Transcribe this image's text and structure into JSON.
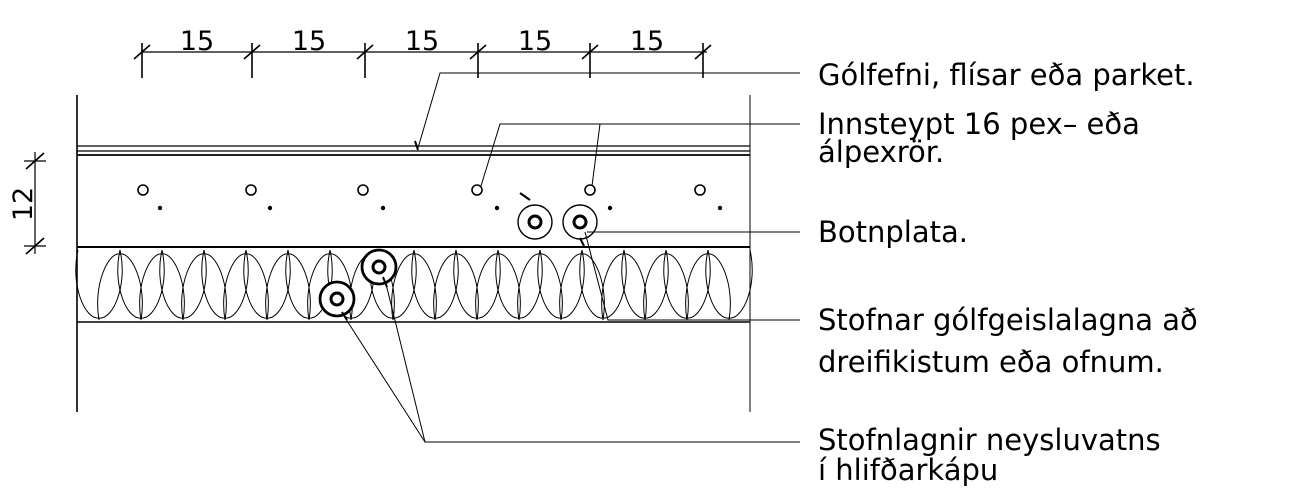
{
  "dimensions": {
    "spacing_labels": [
      "15",
      "15",
      "15",
      "15",
      "15"
    ],
    "slab_thickness": "12"
  },
  "labels": {
    "floor_finish": "Gólfefni, flísar eða parket.",
    "embedded_pipes_line1": "Innsteypt 16 pex– eða",
    "embedded_pipes_line2": "álpexrör.",
    "base_slab": "Botnplata.",
    "heating_mains_line1": "Stofnar gólfgeislalagna að",
    "heating_mains_line2": "dreifikistum eða ofnum.",
    "water_mains_line1": "Stofnlagnir neysluvatns",
    "water_mains_line2": "í hlifðarkápu"
  }
}
